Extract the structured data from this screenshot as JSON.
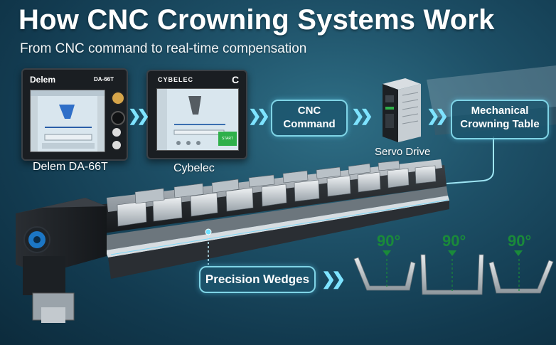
{
  "title": "How CNC Crowning Systems Work",
  "subtitle": "From CNC command to real-time compensation",
  "controllers": [
    {
      "brand": "Delem",
      "model_tag": "DA-66T",
      "caption": "Delem DA-66T"
    },
    {
      "brand": "CYBELEC",
      "caption": "Cybelec",
      "screen_button": "START"
    }
  ],
  "steps": {
    "cnc_command": "CNC\nCommand",
    "servo_caption": "Servo Drive",
    "crowning_table": "Mechanical\nCrowning Table",
    "precision_wedges": "Precision Wedges"
  },
  "angles": [
    "90°",
    "90°",
    "90°"
  ],
  "colors": {
    "accent": "#7fd4e6",
    "angle_green": "#1a8a3a",
    "start_green": "#2fb04a"
  }
}
